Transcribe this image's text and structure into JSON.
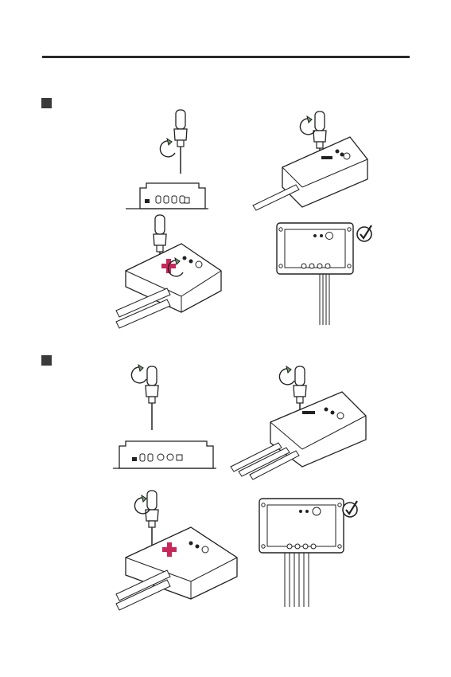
{
  "page": {
    "background": "#ffffff",
    "line_color": "#2a2a2a",
    "accent_positive": "#c8275a",
    "arrow_fill": "#6c9a6a"
  },
  "sections": [
    {
      "step_marker": "square-bullet",
      "panels": [
        "screw-loosen-side-view",
        "wire-insert",
        "screw-tighten-positive",
        "connected-check"
      ]
    },
    {
      "step_marker": "square-bullet",
      "panels": [
        "screw-loosen-side-view",
        "wire-insert",
        "screw-tighten-positive",
        "connected-check"
      ]
    }
  ],
  "icons": {
    "check": "check-circle-icon",
    "rotate": "rotate-arrow-icon",
    "plus": "plus-icon"
  }
}
